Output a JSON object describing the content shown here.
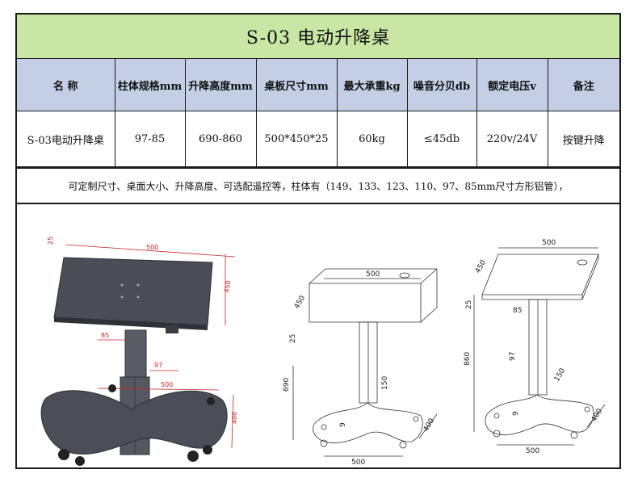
{
  "title": "S-03 电动升降桌",
  "table": {
    "headers": [
      "名 称",
      "柱体规格mm",
      "升降高度mm",
      "桌板尺寸mm",
      "最大承重kg",
      "噪音分贝db",
      "额定电压v",
      "备注"
    ],
    "row": [
      "S-03电动升降桌",
      "97-85",
      "690-860",
      "500*450*25",
      "60kg",
      "≤45db",
      "220v/24V",
      "按键升降"
    ]
  },
  "note": "可定制尺寸、桌面大小、升降高度、可选配遥控等，柱体有（149、133、123、110、97、85mm尺寸方形铝管），",
  "drawing_left": {
    "dims": [
      "500",
      "450",
      "25",
      "85",
      "97",
      "500",
      "400"
    ]
  },
  "drawing_mid": {
    "dims": [
      "500",
      "450",
      "25",
      "690",
      "150",
      "9",
      "400",
      "500"
    ]
  },
  "drawing_right": {
    "dims": [
      "500",
      "450",
      "25",
      "85",
      "860",
      "97",
      "150",
      "9",
      "400",
      "500"
    ]
  }
}
